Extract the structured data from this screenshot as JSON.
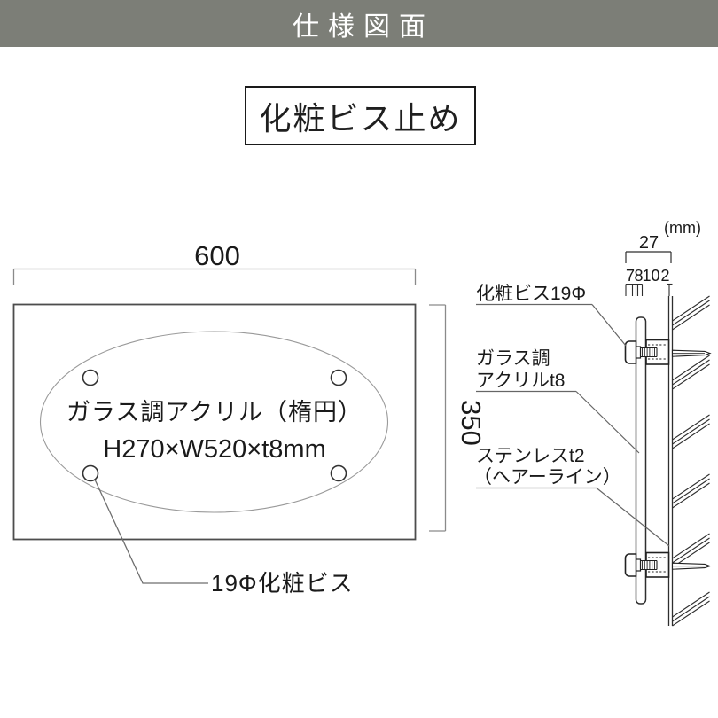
{
  "header": {
    "title": "仕様図面",
    "bg_color": "#7c7e77",
    "text_color": "#ffffff"
  },
  "method_box": {
    "label": "化粧ビス止め"
  },
  "front_view": {
    "width_dim": "600",
    "height_dim": "350",
    "panel_line1": "ガラス調アクリル（楕円）",
    "panel_line2": "H270×W520×t8mm",
    "screw_note": "19Φ化粧ビス"
  },
  "side_view": {
    "unit": "(mm)",
    "total_dim": "27",
    "sub_dims": [
      "7",
      "8",
      "10",
      "2"
    ],
    "labels": {
      "screw": "化粧ビス19Φ",
      "acrylic_line1": "ガラス調",
      "acrylic_line2": "アクリルt8",
      "stainless_line1": "ステンレスt2",
      "stainless_line2": "（ヘアーライン）"
    }
  },
  "colors": {
    "line_dark": "#2e2e2e",
    "line_gray": "#8a8a8a",
    "leader": "#666666"
  }
}
